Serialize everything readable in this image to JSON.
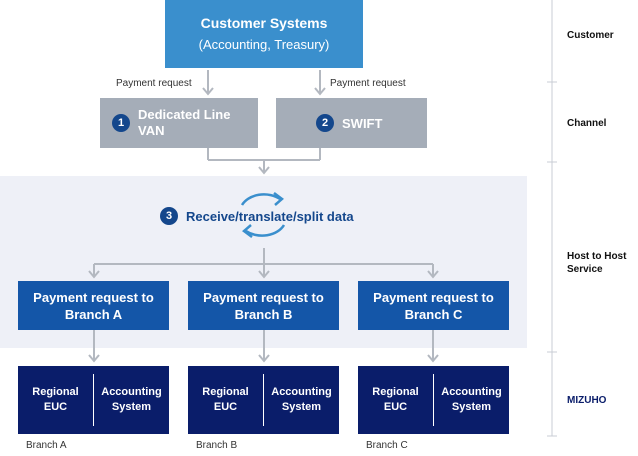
{
  "customer": {
    "title": "Customer Systems",
    "subtitle": "(Accounting, Treasury)"
  },
  "payment_request_labels": [
    "Payment request",
    "Payment request"
  ],
  "channels": [
    {
      "number": "1",
      "label_line1": "Dedicated Line",
      "label_line2": "VAN"
    },
    {
      "number": "2",
      "label": "SWIFT"
    }
  ],
  "host": {
    "number": "3",
    "label": "Receive/translate/split data"
  },
  "requests": [
    {
      "line1": "Payment request to",
      "line2": "Branch A"
    },
    {
      "line1": "Payment request to",
      "line2": "Branch B"
    },
    {
      "line1": "Payment request to",
      "line2": "Branch C"
    }
  ],
  "branches": [
    {
      "left_line1": "Regional",
      "left_line2": "EUC",
      "right_line1": "Accounting",
      "right_line2": "System",
      "label": "Branch A"
    },
    {
      "left_line1": "Regional",
      "left_line2": "EUC",
      "right_line1": "Accounting",
      "right_line2": "System",
      "label": "Branch B"
    },
    {
      "left_line1": "Regional",
      "left_line2": "EUC",
      "right_line1": "Accounting",
      "right_line2": "System",
      "label": "Branch C"
    }
  ],
  "side_labels": {
    "customer": "Customer",
    "channel": "Channel",
    "host_line1": "Host to Host",
    "host_line2": "Service",
    "mizuho": "MIZUHO"
  },
  "colors": {
    "customer_box": "#3a8fcd",
    "channel_box": "#a5adb8",
    "request_box": "#1456a8",
    "mizuho_box": "#0a1d6a",
    "number_circle": "#14478c",
    "cycle_arrows": "#3a8fcd",
    "host_band": "#eef0f7"
  },
  "icons": [
    "cycle-arrows-icon",
    "arrow-down-icon"
  ]
}
